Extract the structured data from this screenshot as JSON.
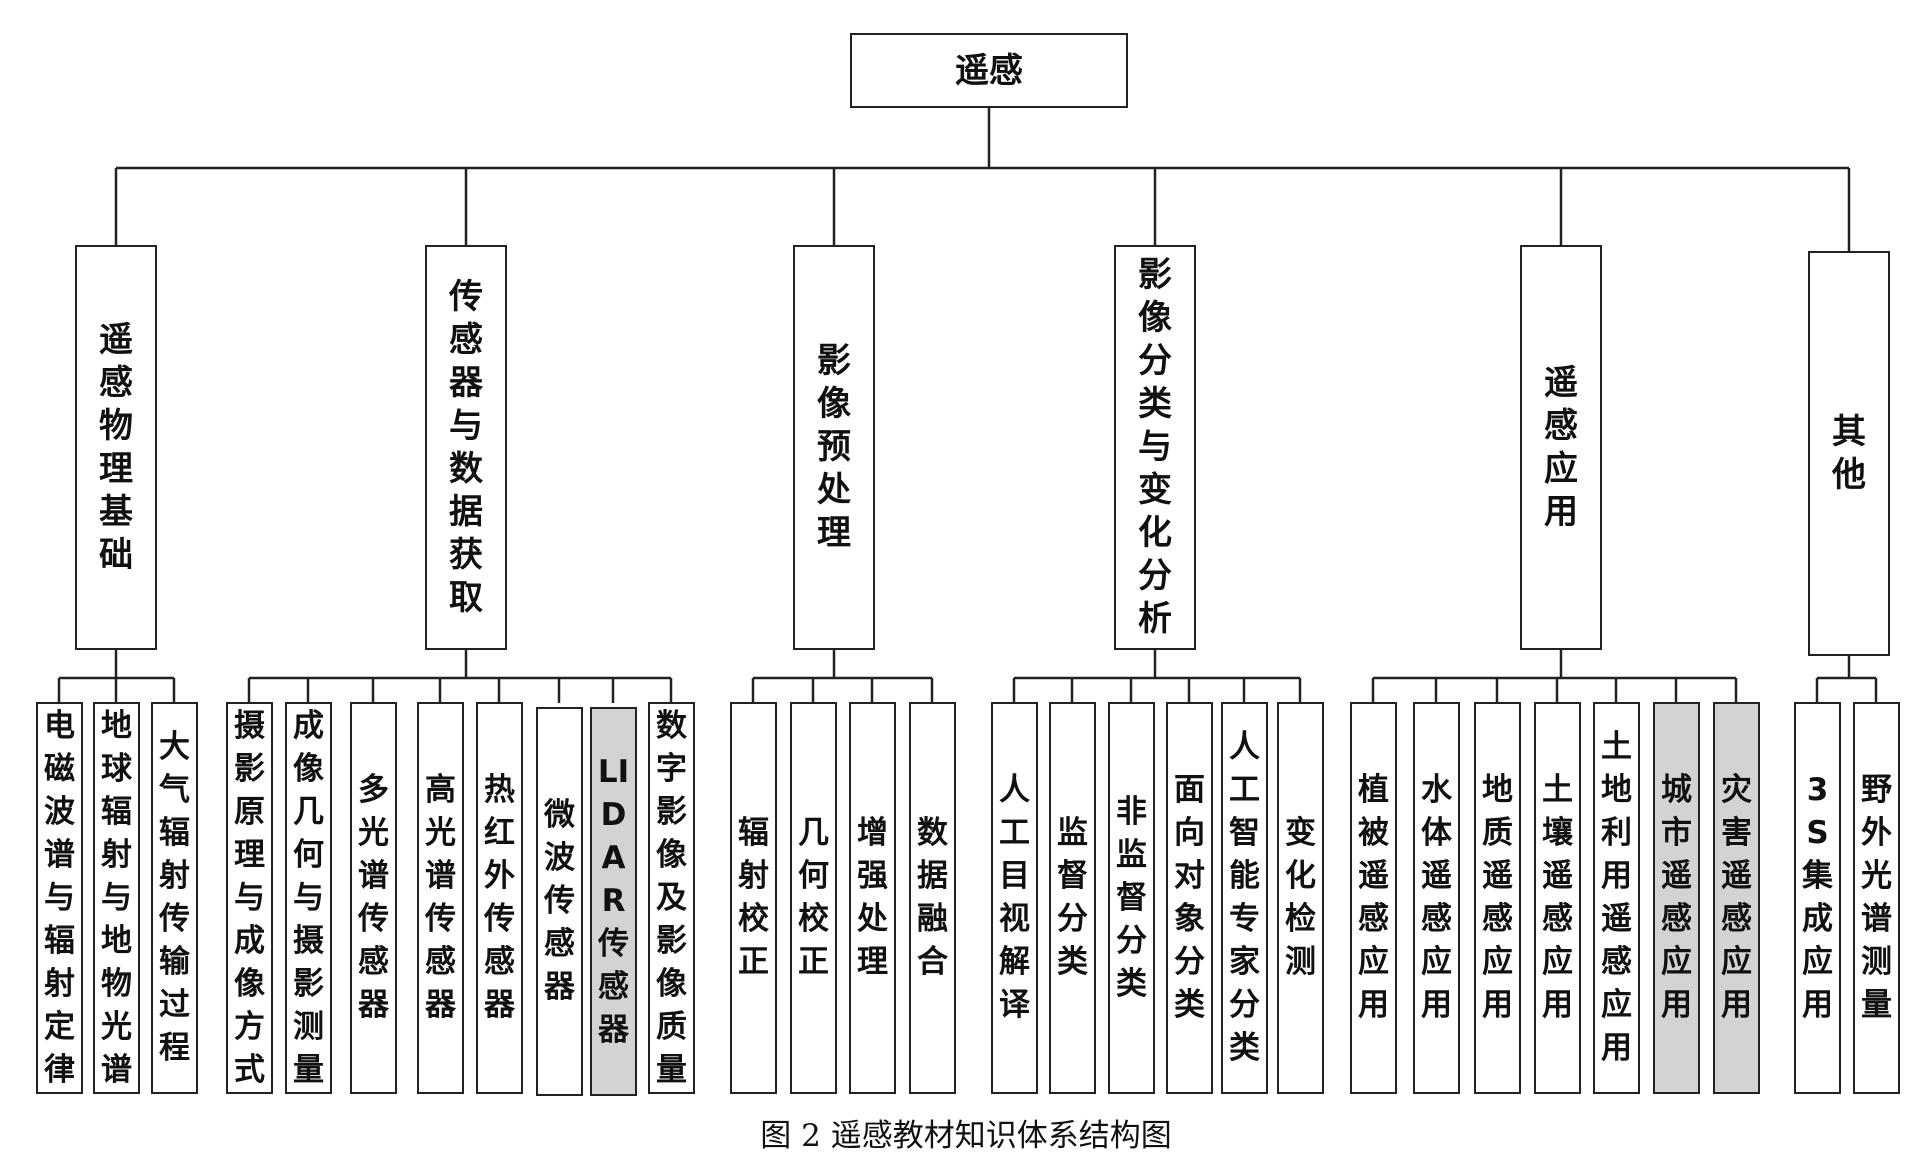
{
  "root": {
    "label": "遥感"
  },
  "categories": [
    {
      "label": "遥感物理基础",
      "items": [
        {
          "label": "电磁波谱与辐射定律",
          "highlighted": false
        },
        {
          "label": "地球辐射与地物光谱",
          "highlighted": false
        },
        {
          "label": "大气辐射传输过程",
          "highlighted": false
        }
      ]
    },
    {
      "label": "传感器与数据获取",
      "items": [
        {
          "label": "摄影原理与成像方式",
          "highlighted": false
        },
        {
          "label": "成像几何与摄影测量",
          "highlighted": false
        },
        {
          "label": "多光谱传感器",
          "highlighted": false
        },
        {
          "label": "高光谱传感器",
          "highlighted": false
        },
        {
          "label": "热红外传感器",
          "highlighted": false
        },
        {
          "label": "微波传感器",
          "highlighted": false
        },
        {
          "label": "LIDAR传感器",
          "highlighted": true
        },
        {
          "label": "数字影像及影像质量",
          "highlighted": false
        }
      ]
    },
    {
      "label": "影像预处理",
      "items": [
        {
          "label": "辐射校正",
          "highlighted": false
        },
        {
          "label": "几何校正",
          "highlighted": false
        },
        {
          "label": "增强处理",
          "highlighted": false
        },
        {
          "label": "数据融合",
          "highlighted": false
        }
      ]
    },
    {
      "label": "影像分类与变化分析",
      "items": [
        {
          "label": "人工目视解译",
          "highlighted": false
        },
        {
          "label": "监督分类",
          "highlighted": false
        },
        {
          "label": "非监督分类",
          "highlighted": false
        },
        {
          "label": "面向对象分类",
          "highlighted": false
        },
        {
          "label": "人工智能专家分类",
          "highlighted": false
        },
        {
          "label": "变化检测",
          "highlighted": false
        }
      ]
    },
    {
      "label": "遥感应用",
      "items": [
        {
          "label": "植被遥感应用",
          "highlighted": false
        },
        {
          "label": "水体遥感应用",
          "highlighted": false
        },
        {
          "label": "地质遥感应用",
          "highlighted": false
        },
        {
          "label": "土壤遥感应用",
          "highlighted": false
        },
        {
          "label": "土地利用遥感应用",
          "highlighted": false
        },
        {
          "label": "城市遥感应用",
          "highlighted": true
        },
        {
          "label": "灾害遥感应用",
          "highlighted": true
        }
      ]
    },
    {
      "label": "其他",
      "items": [
        {
          "label": "3S集成应用",
          "highlighted": false
        },
        {
          "label": "野外光谱测量",
          "highlighted": false
        }
      ]
    }
  ],
  "caption": "图 2  遥感教材知识体系结构图",
  "colors": {
    "line": "#222222",
    "highlight": "#d3d3d3",
    "background": "#ffffff"
  }
}
